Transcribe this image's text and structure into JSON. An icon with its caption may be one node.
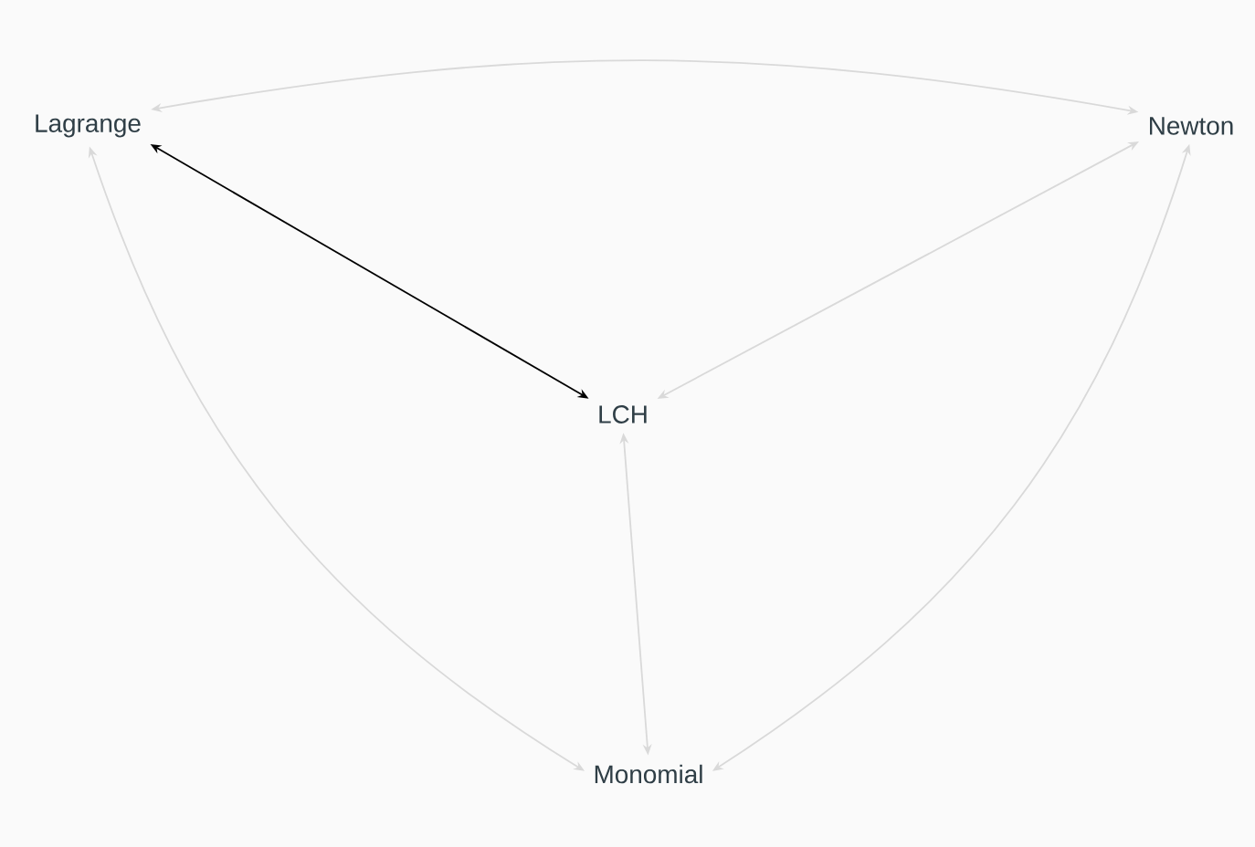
{
  "diagram": {
    "nodes": [
      {
        "text": [
          "Lagrange"
        ]
      },
      {
        "text": [
          "Newton"
        ]
      },
      {
        "text": [
          "LCH"
        ]
      },
      {
        "text": [
          "Monomial"
        ]
      }
    ],
    "edges": [
      {
        "from": 0,
        "to": 1,
        "arrow": "both"
      },
      {
        "from": 0,
        "to": 2,
        "arrow": "both",
        "color": "#000000"
      },
      {
        "from": 1,
        "to": 2,
        "arrow": "both"
      },
      {
        "from": 2,
        "to": 3,
        "arrow": "both"
      },
      {
        "from": 0,
        "to": 3,
        "arrow": "both"
      },
      {
        "from": 1,
        "to": 3,
        "arrow": "both"
      }
    ]
  }
}
